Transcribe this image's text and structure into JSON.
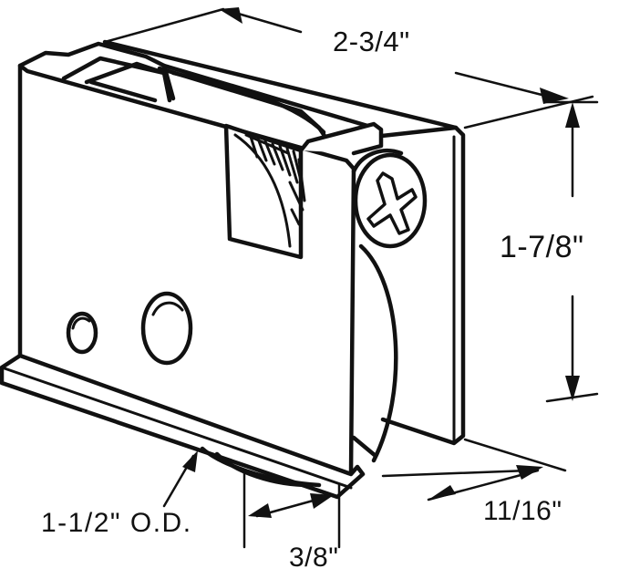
{
  "dimensions": {
    "width": "2-3/4\"",
    "height": "1-7/8\"",
    "depth": "11/16\"",
    "wheel_diameter": "1-1/2\" O.D.",
    "wheel_width": "3/8\""
  },
  "colors": {
    "line": "#111111",
    "background": "#ffffff"
  }
}
